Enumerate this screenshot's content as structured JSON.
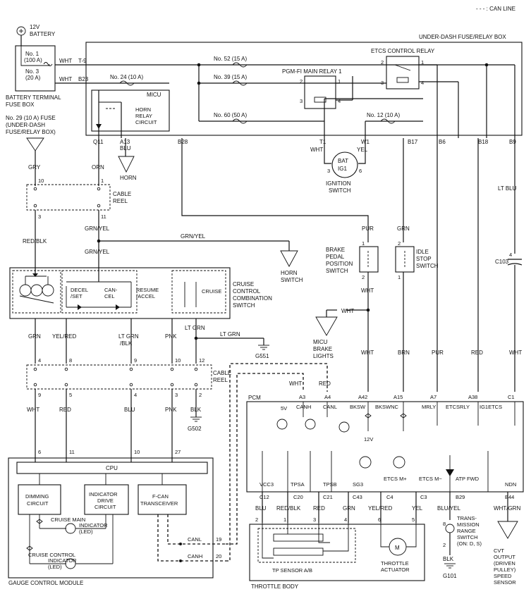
{
  "legend": {
    "can_line": "- - - : CAN LINE"
  },
  "battery": {
    "label1": "12V",
    "label2": "BATTERY"
  },
  "battery_fuse_box": {
    "fuse1_a": "No. 1",
    "fuse1_b": "(100 A)",
    "fuse3_a": "No. 3",
    "fuse3_b": "(20 A)",
    "title1": "BATTERY TERMINAL",
    "title2": "FUSE BOX"
  },
  "under_dash_box": {
    "title": "UNDER-DASH FUSE/RELAY BOX"
  },
  "fuses": {
    "f52": "No. 52 (15 A)",
    "f39": "No. 39 (15 A)",
    "f24": "No. 24 (10 A)",
    "f60": "No. 60 (50 A)",
    "f12": "No. 12 (10 A)",
    "f29_a": "No. 29 (10 A) FUSE",
    "f29_b": "(UNDER-DASH",
    "f29_c": "FUSE/RELAY BOX)"
  },
  "relays": {
    "etcs": "ETCS CONTROL RELAY",
    "pgmfi": "PGM-FI MAIN RELAY 1",
    "micu": "MICU",
    "horn_relay_a": "HORN",
    "horn_relay_b": "RELAY",
    "horn_relay_c": "CIRCUIT"
  },
  "pins": {
    "t9": "T-9",
    "b23": "B23",
    "q11": "Q11",
    "a13": "A13",
    "b28": "B28",
    "t1": "T1",
    "w1": "W1",
    "b17": "B17",
    "b6": "B6",
    "b18": "B18",
    "b9": "B9",
    "r1": "1",
    "r2": "2",
    "r3": "3",
    "r4": "4"
  },
  "wires": {
    "wht": "WHT",
    "blu": "BLU",
    "gry": "GRY",
    "orn": "ORN",
    "yel": "YEL",
    "red_blk": "RED/BLK",
    "grn_yel": "GRN/YEL",
    "pur": "PUR",
    "grn": "GRN",
    "lt_blu": "LT BLU",
    "yel_red": "YEL/RED",
    "lt_grn": "LT GRN",
    "lt_grn_blk_a": "LT GRN",
    "lt_grn_blk_b": "/BLK",
    "pnk": "PNK",
    "brn": "BRN",
    "red": "RED",
    "blk": "BLK",
    "blu_yel": "BLU/YEL",
    "wht_grn": "WHT/GRN"
  },
  "horn": {
    "label": "HORN"
  },
  "ignition": {
    "label1": "IGNITION",
    "label2": "SWITCH",
    "bat": "BAT",
    "ig1": "IG1",
    "p3": "3",
    "p6": "6"
  },
  "cable_reel_upper": {
    "label1": "CABLE",
    "label2": "REEL",
    "p10": "10",
    "p1": "1",
    "p3": "3",
    "p11": "11"
  },
  "brake_switch": {
    "label1": "BRAKE",
    "label2": "PEDAL",
    "label3": "POSITION",
    "label4": "SWITCH",
    "p1": "1",
    "p2": "2"
  },
  "idle_stop": {
    "label1": "IDLE",
    "label2": "STOP",
    "label3": "SWITCH",
    "p1": "1",
    "p2": "2"
  },
  "horn_switch": {
    "label1": "HORN",
    "label2": "SWITCH"
  },
  "c103": {
    "label": "C103",
    "pin": "4"
  },
  "cruise_switch": {
    "decel_a": "DECEL",
    "decel_b": "/SET",
    "cancel_a": "CAN-",
    "cancel_b": "CEL",
    "resume_a": "RESUME",
    "resume_b": "/ACCEL",
    "cruise": "CRUISE",
    "title1": "CRUISE",
    "title2": "CONTROL",
    "title3": "COMBINATION",
    "title4": "SWITCH"
  },
  "grounds": {
    "g551": "G551",
    "g502": "G502",
    "g101": "G101"
  },
  "micu_brake": {
    "label1": "MICU",
    "label2": "BRAKE",
    "label3": "LIGHTS"
  },
  "cable_reel_lower": {
    "label1": "CABLE",
    "label2": "REEL",
    "top_pins": [
      "4",
      "8",
      "9",
      "10",
      "12"
    ],
    "bot_pins": [
      "9",
      "5",
      "4",
      "3",
      "2"
    ]
  },
  "pcm": {
    "label": "PCM",
    "top_pins": [
      "A3",
      "A4",
      "A42",
      "A15",
      "A7",
      "A38",
      "C1"
    ],
    "top_names": [
      "CANH",
      "CANL",
      "BKSW",
      "BKSWNC",
      "MRLY",
      "ETCSRLY",
      "IG1ETCS"
    ],
    "v5": "5V",
    "v12": "12V",
    "bot_names": [
      "VCC3",
      "TPSA",
      "TPSB",
      "SG3",
      "ETCS M+",
      "ETCS M−",
      "ATP FWD",
      "NDN"
    ],
    "bot_pins": [
      "C12",
      "C20",
      "C21",
      "C43",
      "C4",
      "C3",
      "B29",
      "B44"
    ]
  },
  "gauge": {
    "pins": [
      "6",
      "11",
      "10",
      "27"
    ],
    "cpu": "CPU",
    "dimming_a": "DIMMING",
    "dimming_b": "CIRCUIT",
    "indicator_a": "INDICATOR",
    "indicator_b": "DRIVE",
    "indicator_c": "CIRCUIT",
    "fcan_a": "F-CAN",
    "fcan_b": "TRANSCEIVER",
    "led1_a": "CRUISE MAIN",
    "led1_b": "INDICATOR",
    "led1_c": "(LED)",
    "led2_a": "CRUISE CONTROL",
    "led2_b": "INDICATOR",
    "led2_c": "(LED)",
    "canl": "CANL",
    "canh": "CANH",
    "p19": "19",
    "p20": "20",
    "title": "GAUGE CONTROL MODULE"
  },
  "throttle": {
    "pins": [
      "2",
      "1",
      "3",
      "4",
      "6",
      "5"
    ],
    "tp_sensor": "TP SENSOR A/B",
    "actuator_a": "THROTTLE",
    "actuator_b": "ACTUATOR",
    "motor": "M",
    "title": "THROTTLE BODY"
  },
  "range_switch": {
    "label1": "TRANS-",
    "label2": "MISSION",
    "label3": "RANGE",
    "label4": "SWITCH",
    "label5": "(ON: D, S)",
    "p8": "8",
    "p2": "2"
  },
  "cvt": {
    "label1": "CVT",
    "label2": "OUTPUT",
    "label3": "(DRIVEN",
    "label4": "PULLEY)",
    "label5": "SPEED",
    "label6": "SENSOR"
  }
}
